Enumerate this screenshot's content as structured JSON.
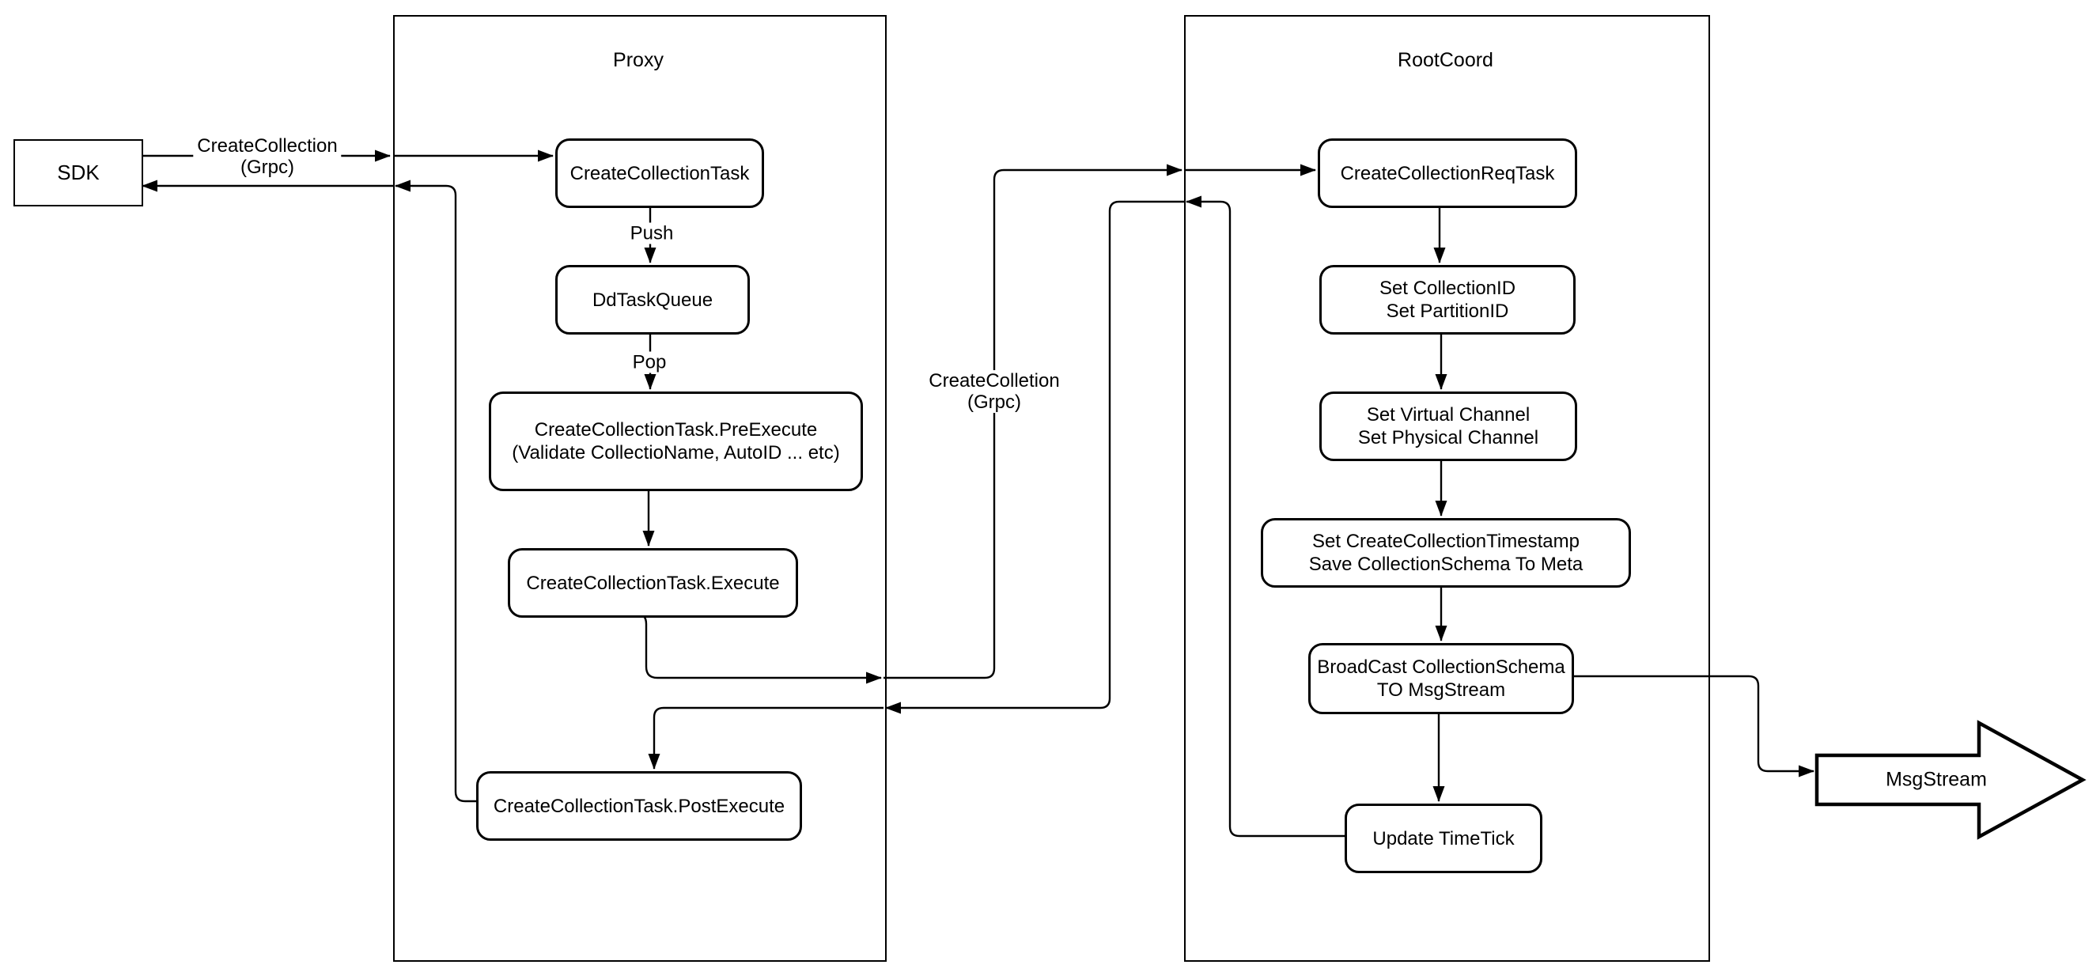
{
  "diagram": {
    "containers": {
      "proxy": {
        "label": "Proxy"
      },
      "rootcoord": {
        "label": "RootCoord"
      }
    },
    "nodes": {
      "sdk": {
        "label": "SDK"
      },
      "create_collection_task": {
        "label": "CreateCollectionTask"
      },
      "dd_task_queue": {
        "label": "DdTaskQueue"
      },
      "pre_execute": {
        "label": "CreateCollectionTask.PreExecute\n(Validate CollectioName, AutoID ... etc)"
      },
      "execute": {
        "label": "CreateCollectionTask.Execute"
      },
      "post_execute": {
        "label": "CreateCollectionTask.PostExecute"
      },
      "create_collection_req_task": {
        "label": "CreateCollectionReqTask"
      },
      "set_ids": {
        "label": "Set CollectionID\nSet PartitionID"
      },
      "set_channels": {
        "label": "Set Virtual Channel\nSet Physical Channel"
      },
      "set_timestamp": {
        "label": "Set CreateCollectionTimestamp\nSave CollectionSchema To Meta"
      },
      "broadcast": {
        "label": "BroadCast CollectionSchema\nTO MsgStream"
      },
      "update_timetick": {
        "label": "Update TimeTick"
      },
      "msgstream": {
        "label": "MsgStream"
      }
    },
    "edge_labels": {
      "sdk_request": "CreateCollection\n(Grpc)",
      "push": "Push",
      "pop": "Pop",
      "proxy_to_rootcoord": "CreateColletion\n(Grpc)"
    },
    "colors": {
      "stroke": "#000000",
      "background": "#ffffff"
    }
  }
}
